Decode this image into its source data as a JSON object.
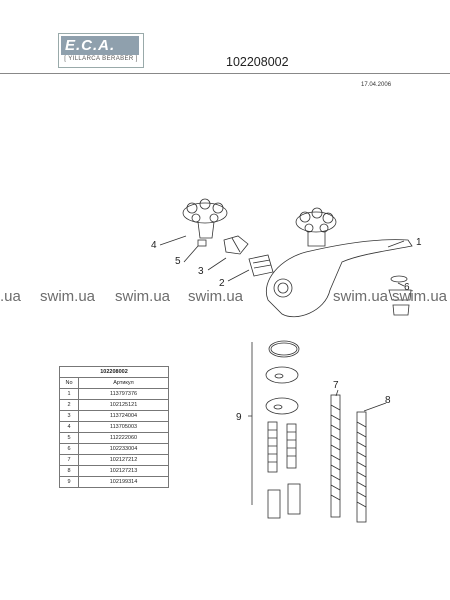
{
  "header": {
    "logo_text": "E.C.A.",
    "logo_tagline": "[ YILLARCA BERABER ]",
    "document_number": "102208002",
    "date": "17.04.2006"
  },
  "watermark": {
    "text_items": [
      ".ua",
      "swim.ua",
      "swim.ua",
      "swim.ua",
      "swim.ua",
      "swim.ua"
    ]
  },
  "callouts": [
    "1",
    "2",
    "3",
    "4",
    "5",
    "6",
    "7",
    "8",
    "9"
  ],
  "parts_table": {
    "title": "102208002",
    "headers": [
      "No",
      "Артикул"
    ],
    "rows": [
      [
        "1",
        "113797376"
      ],
      [
        "2",
        "102125121"
      ],
      [
        "3",
        "113724004"
      ],
      [
        "4",
        "113705003"
      ],
      [
        "5",
        "112222060"
      ],
      [
        "6",
        "102233004"
      ],
      [
        "7",
        "102127212"
      ],
      [
        "8",
        "102127213"
      ],
      [
        "9",
        "102199314"
      ]
    ]
  }
}
